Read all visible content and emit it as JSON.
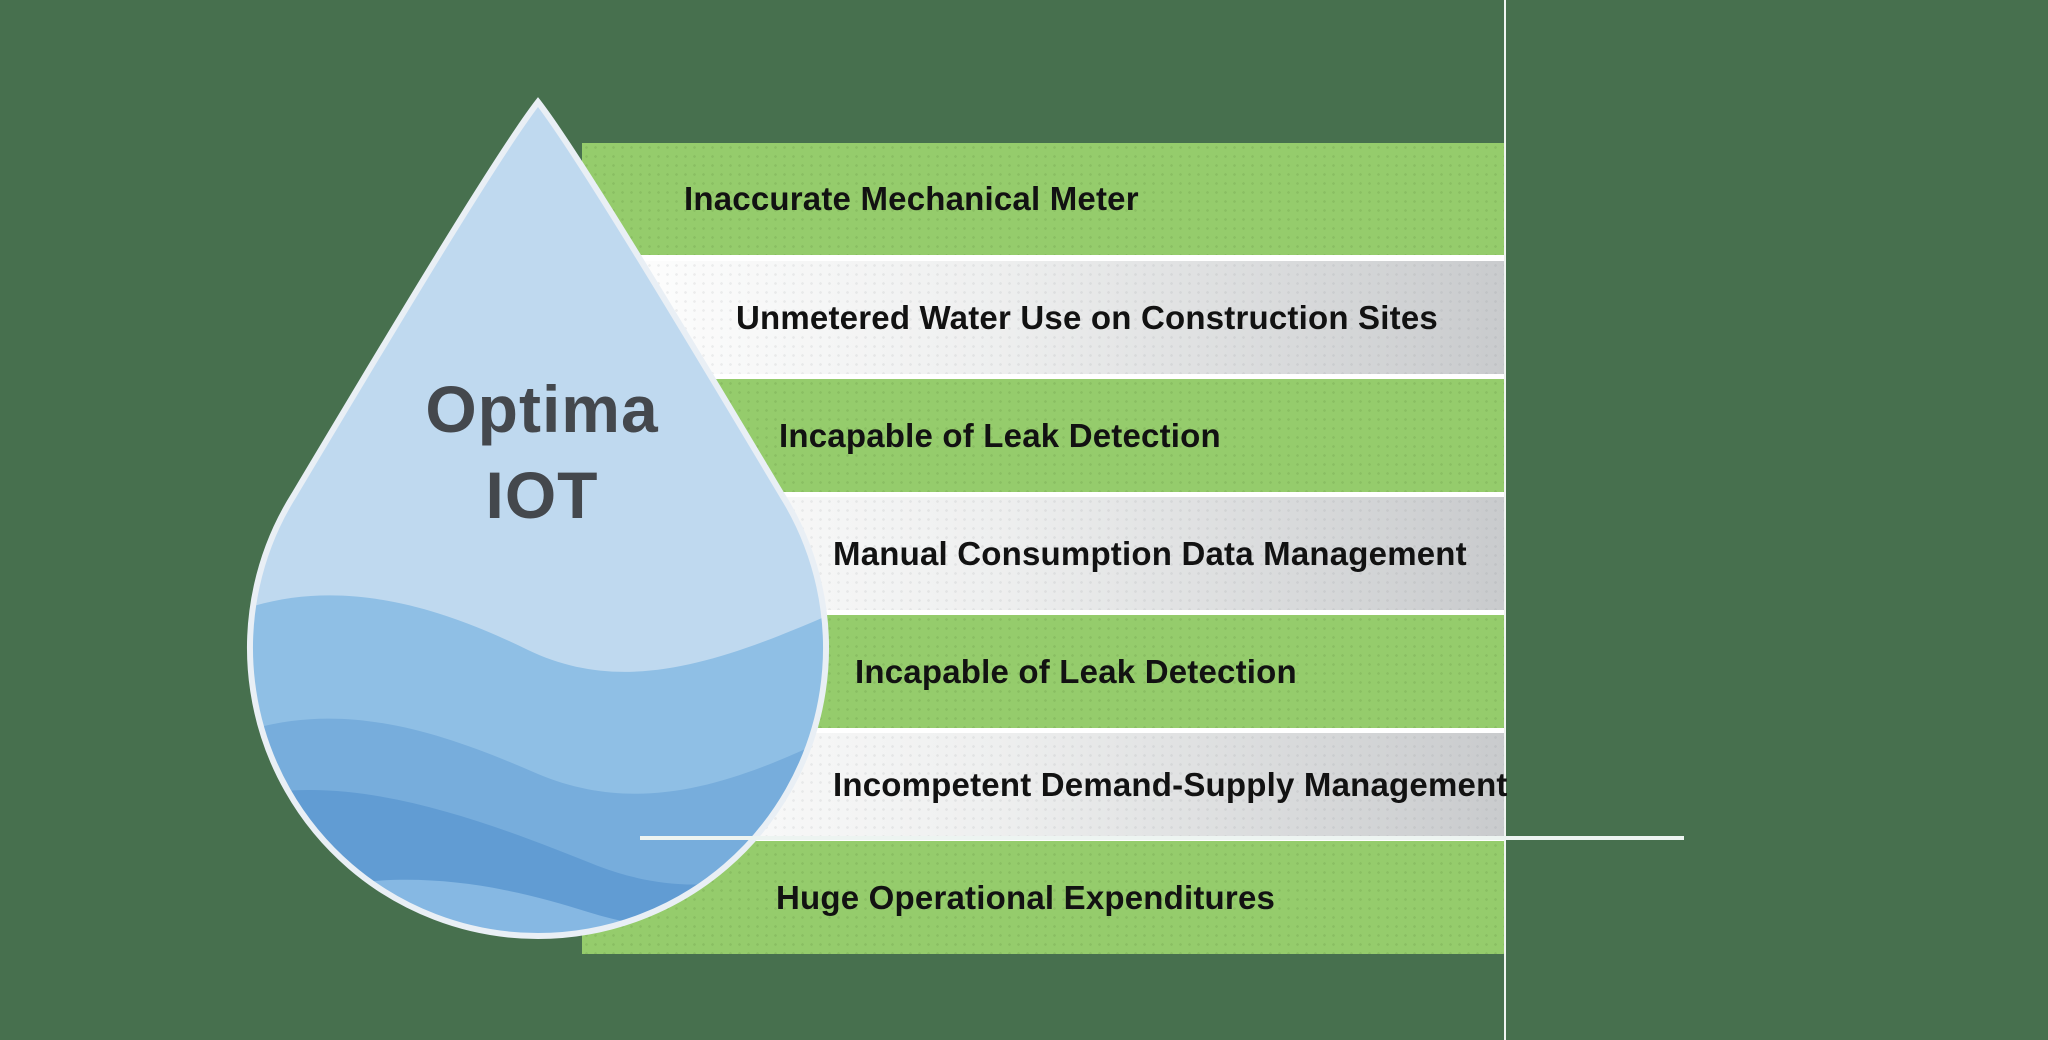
{
  "colors": {
    "background": "#47704E",
    "bar_green": "#95CC6C",
    "bar_silver_dark": "#C9CBCD",
    "separator": "#FFFFFF",
    "bar_text": "#121212",
    "drop_fill": "#BFD9EF",
    "drop_outline": "#E9EFF5",
    "wave1": "#8FBFE5",
    "wave2": "#77ADDC",
    "wave3": "#619CD3",
    "wave4": "#86B8E3",
    "title_text": "#44484D",
    "accent_line": "#EDF4F1"
  },
  "drop": {
    "title_line1": "Optima",
    "title_line2": "IOT"
  },
  "bars": [
    {
      "label": "Inaccurate Mechanical Meter",
      "variant": "green"
    },
    {
      "label": "Unmetered Water Use on Construction Sites",
      "variant": "silver"
    },
    {
      "label": "Incapable of Leak Detection",
      "variant": "green"
    },
    {
      "label": "Manual Consumption Data Management",
      "variant": "silver"
    },
    {
      "label": "Incapable of Leak Detection",
      "variant": "green"
    },
    {
      "label": "Incompetent Demand-Supply Management",
      "variant": "silver"
    },
    {
      "label": "Huge Operational Expenditures",
      "variant": "green"
    }
  ]
}
